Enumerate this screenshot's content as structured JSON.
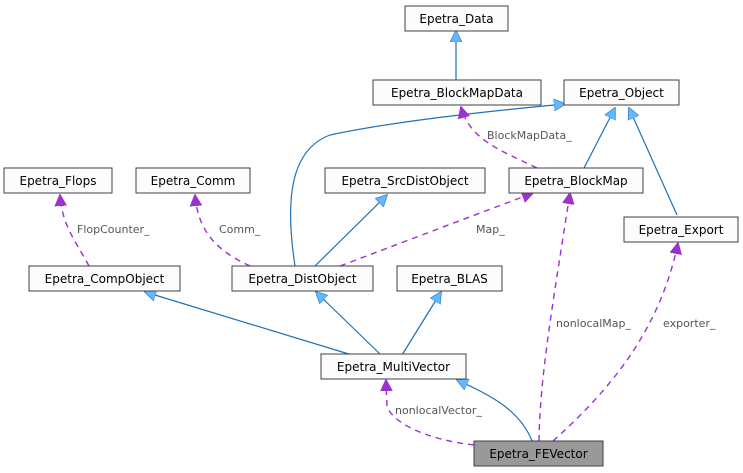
{
  "diagram": {
    "type": "class-collaboration",
    "colors": {
      "inheritance_edge": "#1f70b4",
      "inheritance_arrow": "#63b8ff",
      "usage_edge": "#9a32cd",
      "node_fill": "#fbfcfb",
      "current_node_fill": "#999999",
      "edge_label": "#555555"
    },
    "nodes": {
      "data": "Epetra_Data",
      "blockmapdata": "Epetra_BlockMapData",
      "object": "Epetra_Object",
      "flops": "Epetra_Flops",
      "comm": "Epetra_Comm",
      "srcdist": "Epetra_SrcDistObject",
      "blockmap": "Epetra_BlockMap",
      "export": "Epetra_Export",
      "compobject": "Epetra_CompObject",
      "distobject": "Epetra_DistObject",
      "blas": "Epetra_BLAS",
      "multivector": "Epetra_MultiVector",
      "fevector": "Epetra_FEVector"
    },
    "edges": [
      {
        "from": "Epetra_BlockMapData",
        "to": "Epetra_Data",
        "kind": "inheritance"
      },
      {
        "from": "Epetra_DistObject",
        "to": "Epetra_Object",
        "kind": "inheritance"
      },
      {
        "from": "Epetra_BlockMap",
        "to": "Epetra_Object",
        "kind": "inheritance"
      },
      {
        "from": "Epetra_Export",
        "to": "Epetra_Object",
        "kind": "inheritance"
      },
      {
        "from": "Epetra_DistObject",
        "to": "Epetra_SrcDistObject",
        "kind": "inheritance"
      },
      {
        "from": "Epetra_MultiVector",
        "to": "Epetra_CompObject",
        "kind": "inheritance"
      },
      {
        "from": "Epetra_MultiVector",
        "to": "Epetra_DistObject",
        "kind": "inheritance"
      },
      {
        "from": "Epetra_MultiVector",
        "to": "Epetra_BLAS",
        "kind": "inheritance"
      },
      {
        "from": "Epetra_FEVector",
        "to": "Epetra_MultiVector",
        "kind": "inheritance"
      },
      {
        "from": "Epetra_BlockMap",
        "to": "Epetra_BlockMapData",
        "kind": "usage",
        "label": "BlockMapData_"
      },
      {
        "from": "Epetra_CompObject",
        "to": "Epetra_Flops",
        "kind": "usage",
        "label": "FlopCounter_"
      },
      {
        "from": "Epetra_DistObject",
        "to": "Epetra_Comm",
        "kind": "usage",
        "label": "Comm_"
      },
      {
        "from": "Epetra_DistObject",
        "to": "Epetra_BlockMap",
        "kind": "usage",
        "label": "Map_"
      },
      {
        "from": "Epetra_FEVector",
        "to": "Epetra_BlockMap",
        "kind": "usage",
        "label": "nonlocalMap_"
      },
      {
        "from": "Epetra_FEVector",
        "to": "Epetra_Export",
        "kind": "usage",
        "label": "exporter_"
      },
      {
        "from": "Epetra_FEVector",
        "to": "Epetra_MultiVector",
        "kind": "usage",
        "label": "nonlocalVector_"
      }
    ],
    "edge_labels": {
      "blockmapdata": "BlockMapData_",
      "flopcounter": "FlopCounter_",
      "comm": "Comm_",
      "map": "Map_",
      "nonlocalmap": "nonlocalMap_",
      "exporter": "exporter_",
      "nonlocalvector": "nonlocalVector_"
    }
  }
}
